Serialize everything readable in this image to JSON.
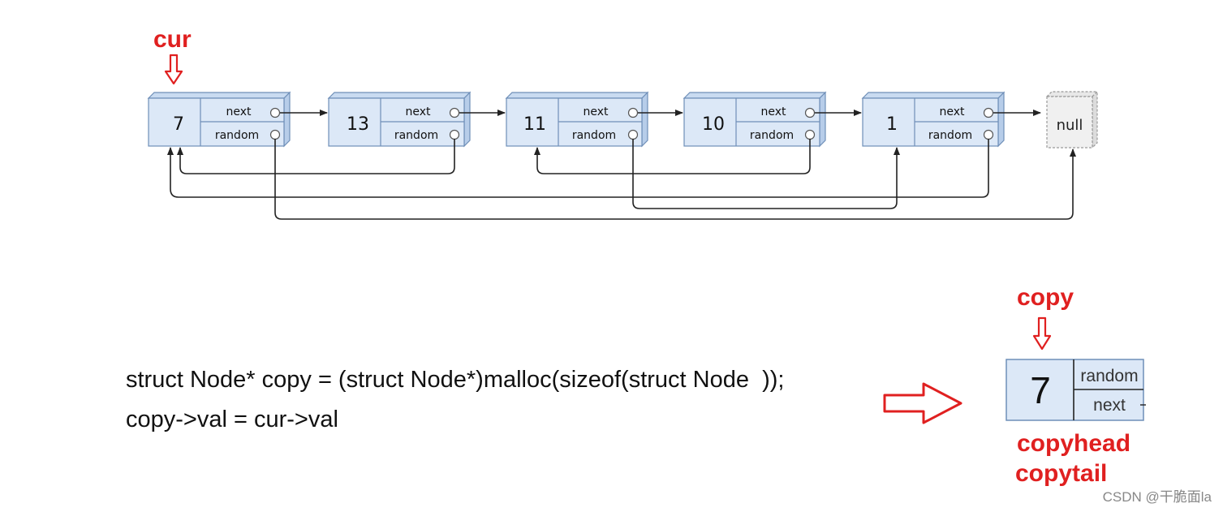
{
  "labels": {
    "cur": "cur",
    "copy": "copy",
    "copyhead": "copyhead",
    "copytail": "copytail"
  },
  "list": {
    "nodes": [
      {
        "val": "7",
        "next_label": "next",
        "random_label": "random"
      },
      {
        "val": "13",
        "next_label": "next",
        "random_label": "random"
      },
      {
        "val": "11",
        "next_label": "next",
        "random_label": "random"
      },
      {
        "val": "10",
        "next_label": "next",
        "random_label": "random"
      },
      {
        "val": "1",
        "next_label": "next",
        "random_label": "random"
      }
    ],
    "null_label": "null"
  },
  "code": {
    "line1": "struct Node* copy = (struct Node*)malloc(sizeof(struct Node  ));",
    "line2": "copy->val = cur->val"
  },
  "copy_node": {
    "val": "7",
    "random_label": "random",
    "next_label": "next"
  },
  "watermark": "CSDN @干脆面la",
  "colors": {
    "node_fill": "#dce8f7",
    "node_stroke": "#6f8fb8",
    "annotation": "#e02020"
  }
}
